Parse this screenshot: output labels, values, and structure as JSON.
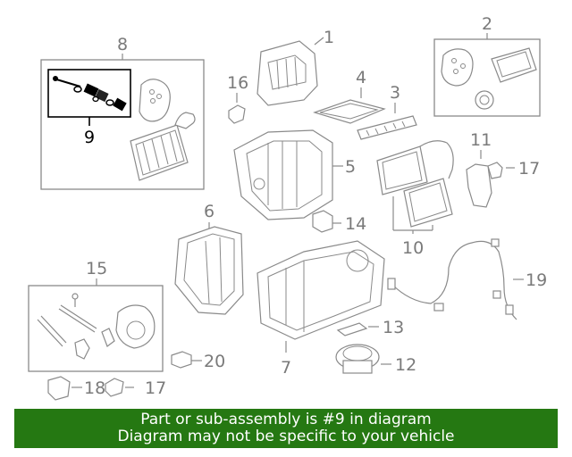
{
  "callouts": {
    "c1": "1",
    "c2": "2",
    "c3": "3",
    "c4": "4",
    "c5": "5",
    "c6": "6",
    "c7": "7",
    "c8": "8",
    "c9": "9",
    "c10": "10",
    "c11": "11",
    "c12": "12",
    "c13": "13",
    "c14": "14",
    "c15": "15",
    "c16": "16",
    "c17a": "17",
    "c17b": "17",
    "c18": "18",
    "c19": "19",
    "c20": "20"
  },
  "highlighted_part": "9",
  "banner": {
    "line1": "Part or sub-assembly is #9 in diagram",
    "line2": "Diagram may not be specific to your vehicle"
  },
  "colors": {
    "banner_bg": "#257812",
    "banner_text": "#ffffff",
    "line_art": "#8a8a8a",
    "highlight": "#000000"
  }
}
